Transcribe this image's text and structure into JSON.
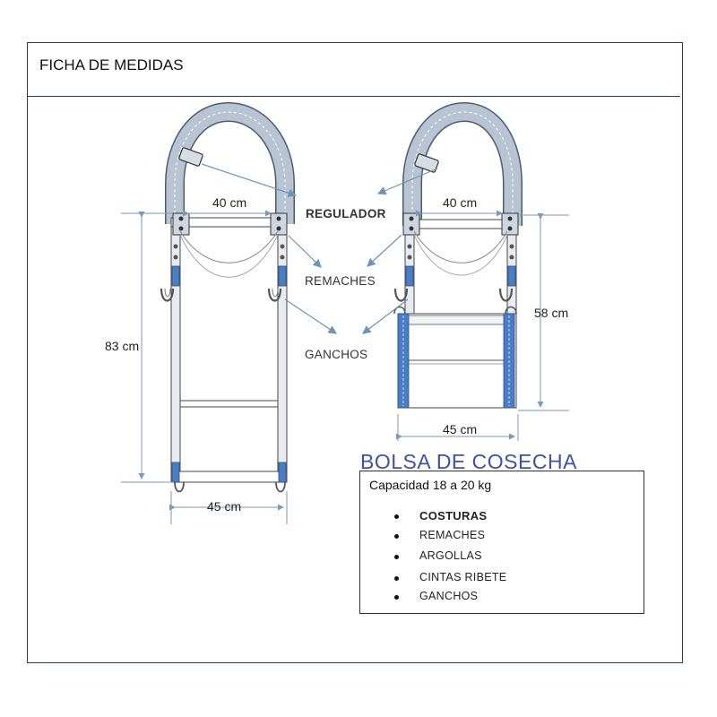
{
  "header": {
    "title": "FICHA DE MEDIDAS"
  },
  "dimensions": {
    "left_top_width": "40 cm",
    "left_height": "83 cm",
    "left_bottom_width": "45 cm",
    "right_top_width": "40 cm",
    "right_height": "58 cm",
    "right_bottom_width": "45 cm"
  },
  "callouts": {
    "regulador": "REGULADOR",
    "remaches": "REMACHES",
    "ganchos": "GANCHOS"
  },
  "bag": {
    "title": "BOLSA DE COSECHA",
    "capacity": "Capacidad 18 a 20 kg"
  },
  "legend": [
    {
      "label": "COSTURAS",
      "icon": "dash-dot-line-icon"
    },
    {
      "label": "REMACHES",
      "icon": "rivet-dot-icon"
    },
    {
      "label": "ARGOLLAS",
      "icon": "ring-icon"
    },
    {
      "label": "CINTAS RIBETE",
      "icon": "binding-tape-icon"
    },
    {
      "label": "GANCHOS",
      "icon": "hook-icon"
    }
  ],
  "colors": {
    "frame": "#2c3e55",
    "strap": "#b9c4d2",
    "tape": "#4a7ec4",
    "arrow": "#6f93b6",
    "title": "#3f51a8"
  }
}
